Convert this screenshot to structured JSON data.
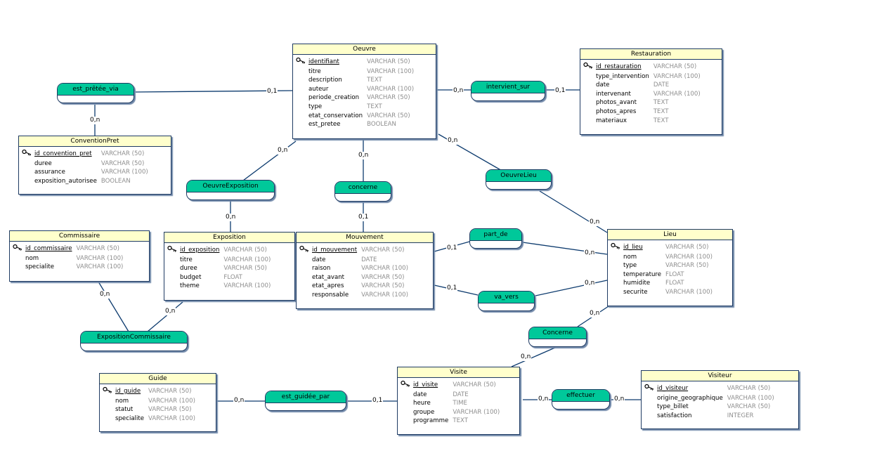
{
  "entities": {
    "oeuvre": {
      "title": "Oeuvre",
      "attributes": [
        {
          "name": "identifiant",
          "type": "VARCHAR (50)",
          "pk": true
        },
        {
          "name": "titre",
          "type": "VARCHAR (100)"
        },
        {
          "name": "description",
          "type": "TEXT"
        },
        {
          "name": "auteur",
          "type": "VARCHAR (100)"
        },
        {
          "name": "periode_creation",
          "type": "VARCHAR (50)"
        },
        {
          "name": "type",
          "type": "TEXT"
        },
        {
          "name": "etat_conservation",
          "type": "VARCHAR (50)"
        },
        {
          "name": "est_pretee",
          "type": "BOOLEAN"
        }
      ]
    },
    "restauration": {
      "title": "Restauration",
      "attributes": [
        {
          "name": "id_restauration",
          "type": "VARCHAR (50)",
          "pk": true
        },
        {
          "name": "type_intervention",
          "type": "VARCHAR (100)"
        },
        {
          "name": "date",
          "type": "DATE"
        },
        {
          "name": "intervenant",
          "type": "VARCHAR (100)"
        },
        {
          "name": "photos_avant",
          "type": "TEXT"
        },
        {
          "name": "photos_apres",
          "type": "TEXT"
        },
        {
          "name": "materiaux",
          "type": "TEXT"
        }
      ]
    },
    "conventionpret": {
      "title": "ConventionPret",
      "attributes": [
        {
          "name": "id_convention_pret",
          "type": "VARCHAR (50)",
          "pk": true
        },
        {
          "name": "duree",
          "type": "VARCHAR (50)"
        },
        {
          "name": "assurance",
          "type": "VARCHAR (100)"
        },
        {
          "name": "exposition_autorisee",
          "type": "BOOLEAN"
        }
      ]
    },
    "commissaire": {
      "title": "Commissaire",
      "attributes": [
        {
          "name": "id_commissaire",
          "type": "VARCHAR (50)",
          "pk": true
        },
        {
          "name": "nom",
          "type": "VARCHAR (100)"
        },
        {
          "name": "specialite",
          "type": "VARCHAR (100)"
        }
      ]
    },
    "exposition": {
      "title": "Exposition",
      "attributes": [
        {
          "name": "id_exposition",
          "type": "VARCHAR (50)",
          "pk": true
        },
        {
          "name": "titre",
          "type": "VARCHAR (100)"
        },
        {
          "name": "duree",
          "type": "VARCHAR (50)"
        },
        {
          "name": "budget",
          "type": "FLOAT"
        },
        {
          "name": "theme",
          "type": "VARCHAR (100)"
        }
      ]
    },
    "mouvement": {
      "title": "Mouvement",
      "attributes": [
        {
          "name": "id_mouvement",
          "type": "VARCHAR (50)",
          "pk": true
        },
        {
          "name": "date",
          "type": "DATE"
        },
        {
          "name": "raison",
          "type": "VARCHAR (100)"
        },
        {
          "name": "etat_avant",
          "type": "VARCHAR (50)"
        },
        {
          "name": "etat_apres",
          "type": "VARCHAR (50)"
        },
        {
          "name": "responsable",
          "type": "VARCHAR (100)"
        }
      ]
    },
    "lieu": {
      "title": "Lieu",
      "attributes": [
        {
          "name": "id_lieu",
          "type": "VARCHAR (50)",
          "pk": true
        },
        {
          "name": "nom",
          "type": "VARCHAR (100)"
        },
        {
          "name": "type",
          "type": "VARCHAR (50)"
        },
        {
          "name": "temperature",
          "type": "FLOAT"
        },
        {
          "name": "humidite",
          "type": "FLOAT"
        },
        {
          "name": "securite",
          "type": "VARCHAR (100)"
        }
      ]
    },
    "guide": {
      "title": "Guide",
      "attributes": [
        {
          "name": "id_guide",
          "type": "VARCHAR (50)",
          "pk": true
        },
        {
          "name": "nom",
          "type": "VARCHAR (100)"
        },
        {
          "name": "statut",
          "type": "VARCHAR (50)"
        },
        {
          "name": "specialite",
          "type": "VARCHAR (100)"
        }
      ]
    },
    "visite": {
      "title": "Visite",
      "attributes": [
        {
          "name": "id_visite",
          "type": "VARCHAR (50)",
          "pk": true
        },
        {
          "name": "date",
          "type": "DATE"
        },
        {
          "name": "heure",
          "type": "TIME"
        },
        {
          "name": "groupe",
          "type": "VARCHAR (100)"
        },
        {
          "name": "programme",
          "type": "TEXT"
        }
      ]
    },
    "visiteur": {
      "title": "Visiteur",
      "attributes": [
        {
          "name": "id_visiteur",
          "type": "VARCHAR (50)",
          "pk": true
        },
        {
          "name": "origine_geographique",
          "type": "VARCHAR (100)"
        },
        {
          "name": "type_billet",
          "type": "VARCHAR (50)"
        },
        {
          "name": "satisfaction",
          "type": "INTEGER"
        }
      ]
    }
  },
  "associations": {
    "est_pretee_via": "est_prêtée_via",
    "intervient_sur": "intervient_sur",
    "oeuvre_exposition": "OeuvreExposition",
    "concerne": "concerne",
    "oeuvre_lieu": "OeuvreLieu",
    "part_de": "part_de",
    "va_vers": "va_vers",
    "exposition_commissaire": "ExpositionCommissaire",
    "concerne_visite": "Concerne",
    "est_guidee_par": "est_guidée_par",
    "effectuer": "effectuer"
  },
  "cardinalities": {
    "oeuvre_est_pretee_via": "0,1",
    "conventionpret_est_pretee_via": "0,n",
    "oeuvre_intervient_sur": "0,n",
    "restauration_intervient_sur": "0,1",
    "oeuvre_oeuvre_exposition": "0,n",
    "exposition_oeuvre_exposition": "0,n",
    "oeuvre_concerne": "0,n",
    "mouvement_concerne": "0,1",
    "oeuvre_oeuvre_lieu": "0,n",
    "lieu_oeuvre_lieu": "0,n",
    "mouvement_part_de": "0,1",
    "lieu_part_de": "0,n",
    "mouvement_va_vers": "0,1",
    "lieu_va_vers": "0,n",
    "commissaire_exposition_commissaire": "0,n",
    "exposition_exposition_commissaire": "0,n",
    "lieu_concerne_visite": "0,n",
    "visite_concerne_visite": "0,n",
    "guide_est_guidee_par": "0,n",
    "visite_est_guidee_par": "0,1",
    "visite_effectuer": "0,n",
    "visiteur_effectuer": "0,n"
  }
}
